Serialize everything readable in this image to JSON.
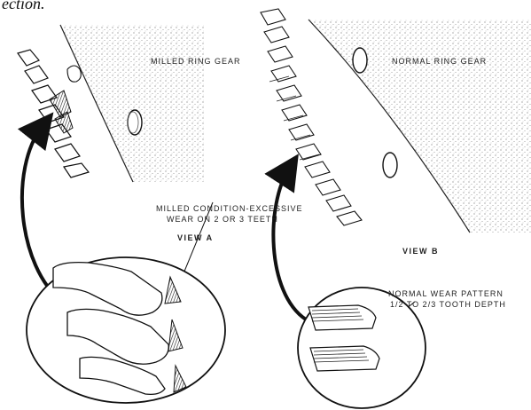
{
  "header_fragment": "ection.",
  "view_a": {
    "gear_label": "MILLED RING GEAR",
    "callout_line1": "MILLED CONDITION-EXCESSIVE",
    "callout_line2": "WEAR ON 2 OR 3 TEETH",
    "caption": "VIEW A"
  },
  "view_b": {
    "gear_label": "NORMAL RING GEAR",
    "callout_line1": "NORMAL WEAR PATTERN",
    "callout_line2": "1/2 TO 2/3 TOOTH DEPTH",
    "caption": "VIEW B"
  },
  "colors": {
    "ink": "#1a1a1a",
    "stipple": "#777777",
    "paper": "#ffffff"
  }
}
